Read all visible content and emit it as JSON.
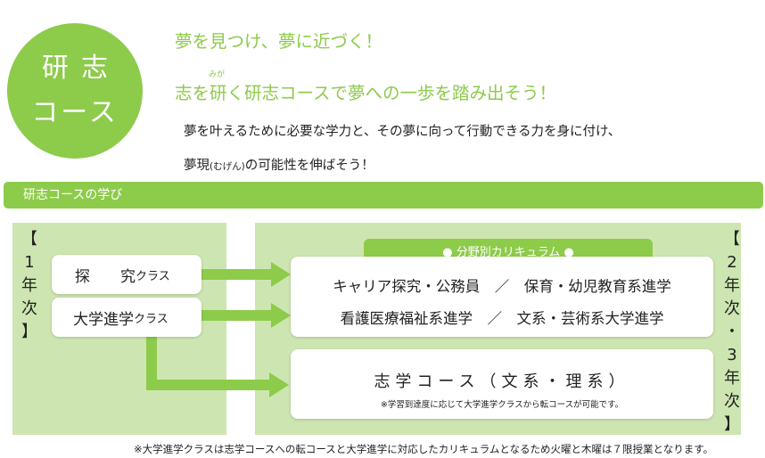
{
  "header": {
    "circle_line1": "研志",
    "circle_line2": "コース",
    "headline1": "夢を見つけ、夢に近づく！",
    "headline2": "志を研く研志コースで夢への一歩を踏み出そう！",
    "headline2_ruby": "みが",
    "desc1": "夢を叶えるために必要な学力と、その夢に向って行動できる力を身に付け、",
    "desc2_a": "夢現",
    "desc2_b": "(むげん)",
    "desc2_c": "の可能性を伸ばそう！"
  },
  "section": {
    "title": "研志コースの学び"
  },
  "left": {
    "year_label": [
      "【",
      "1",
      "年",
      "次",
      "】"
    ],
    "class1_main": "探　　究",
    "class1_small": "クラス",
    "class2_main": "大学進学",
    "class2_small": "クラス"
  },
  "right": {
    "year_label": [
      "【",
      "2",
      "年",
      "次",
      "・",
      "3",
      "年",
      "次",
      "】"
    ],
    "pill": "● 分野別カリキュラム ●",
    "curriculum1": "キャリア探究・公務員　／　保育・幼児教育系進学",
    "curriculum2": "看護医療福祉系進学　／　文系・芸術系大学進学",
    "shigaku_title": "志学コース（文系・理系）",
    "shigaku_note": "※学習到達度に応じて大学進学クラスから転コースが可能です。"
  },
  "footnote": "※大学進学クラスは志学コースへの転コースと大学進学に対応したカリキュラムとなるため火曜と木曜は７限授業となります。",
  "colors": {
    "accent": "#8dcb4a",
    "panel": "#cde6b1",
    "arrow": "#8dcb4a"
  }
}
